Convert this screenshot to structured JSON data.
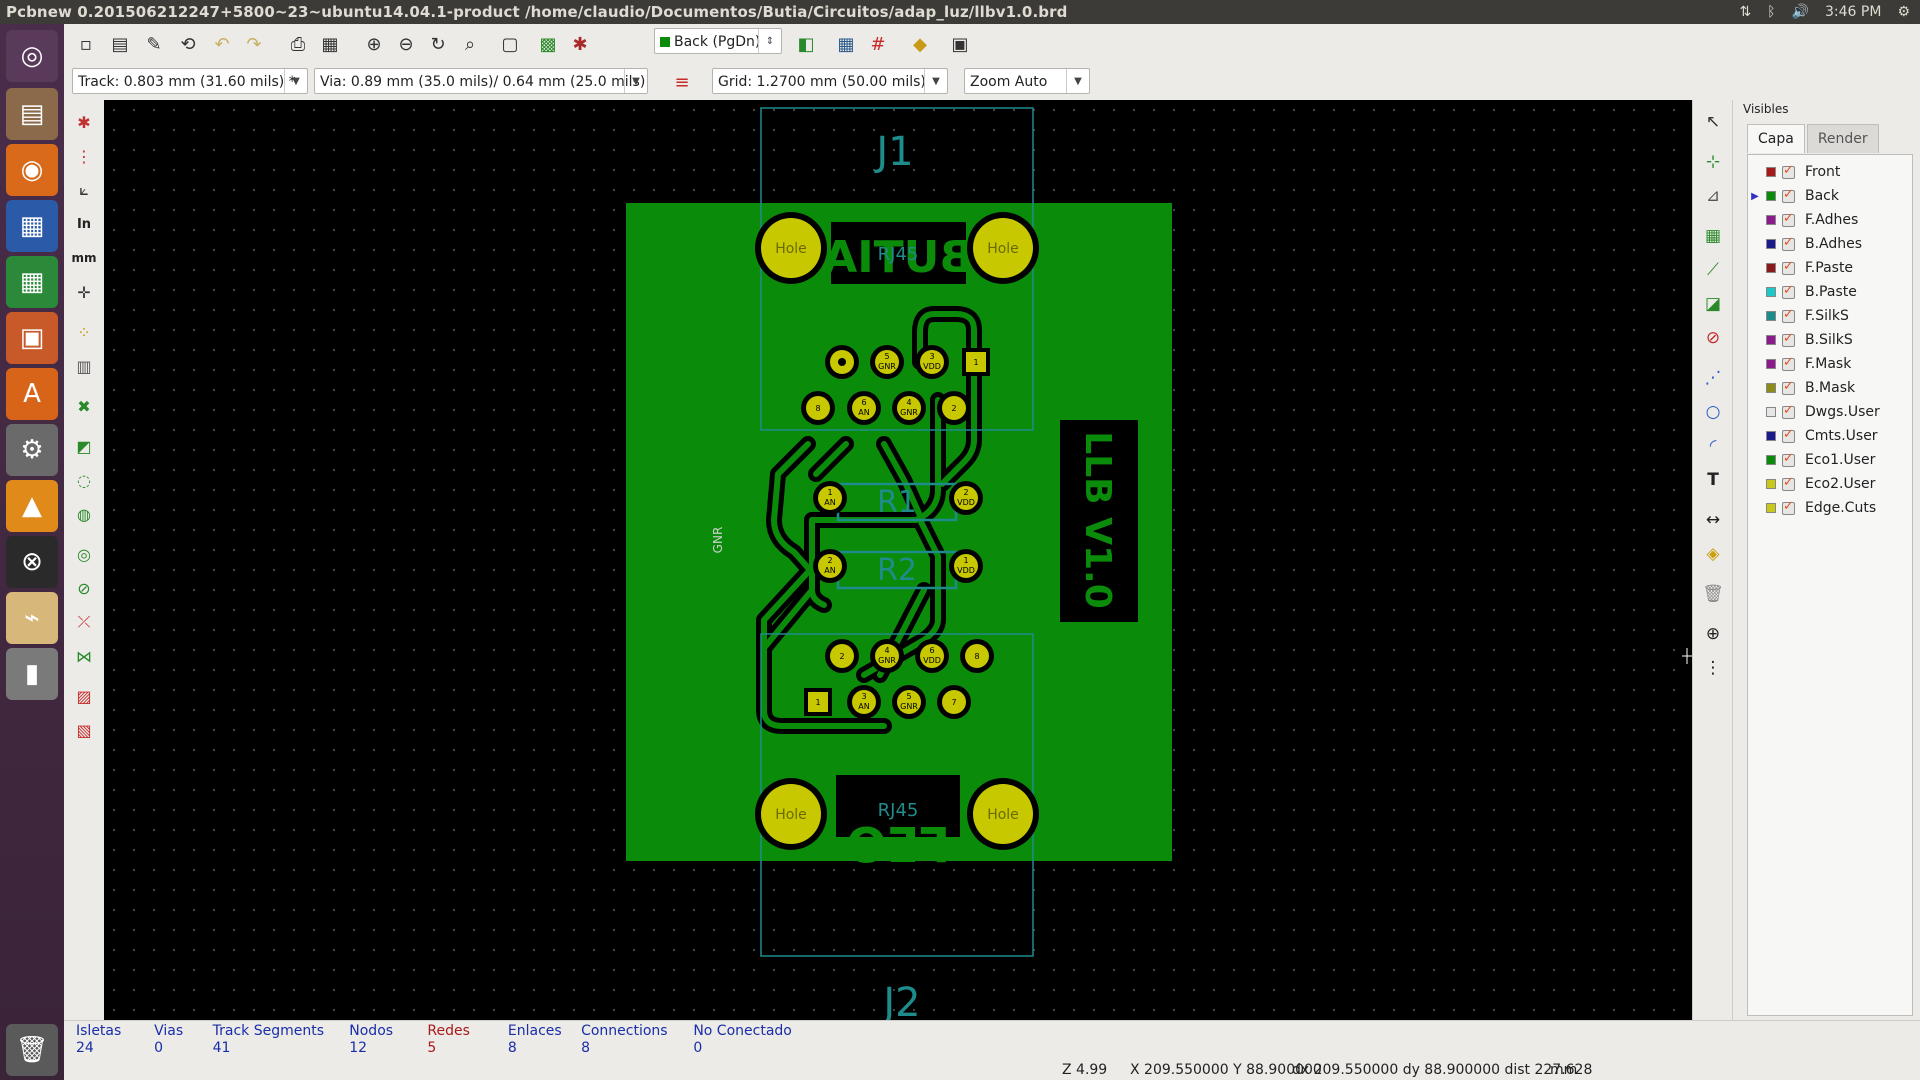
{
  "window": {
    "title": "Pcbnew 0.201506212247+5800~23~ubuntu14.04.1-product /home/claudio/Documentos/Butia/Circuitos/adap_luz/llbv1.0.brd"
  },
  "tray": {
    "time": "3:46 PM"
  },
  "toolbar": {
    "layer_select": "Back (PgDn)",
    "track_width": "Track: 0.803 mm (31.60 mils) *",
    "via_size": "Via: 0.89 mm (35.0 mils)/ 0.64 mm (25.0 mils) *",
    "grid": "Grid: 1.2700 mm (50.00 mils)",
    "zoom": "Zoom Auto",
    "colors": {
      "board": "#0a8c0a",
      "pad": "#c8c800",
      "silk": "#1f8c8c"
    }
  },
  "board": {
    "j1_ref": "J1",
    "j2_ref": "J2",
    "j1_value": "RJ45",
    "j2_value": "RJ45",
    "butia_text": "BUTIA",
    "leo_text": "LEO",
    "version_text": "LLB V1.0",
    "r1": "R1",
    "r2": "R2",
    "gnr_label": "GNR",
    "hole": "Hole",
    "pad_labels": {
      "p1": "1",
      "p2": "2",
      "p3": "3",
      "p4": "4",
      "p5": "5",
      "p6": "6",
      "p7": "7",
      "p8": "8"
    },
    "net_labels": {
      "gnr": "GNR",
      "vdd": "VDD",
      "an": "AN"
    }
  },
  "visibles": {
    "title": "Visibles",
    "tabs": [
      "Capa",
      "Render"
    ],
    "layers": [
      {
        "name": "Front",
        "color": "#a81a1a"
      },
      {
        "name": "Back",
        "color": "#0a8c0a",
        "active": true
      },
      {
        "name": "F.Adhes",
        "color": "#8c1a8c"
      },
      {
        "name": "B.Adhes",
        "color": "#1a1a8c"
      },
      {
        "name": "F.Paste",
        "color": "#8c1a1a"
      },
      {
        "name": "B.Paste",
        "color": "#1ac8c8"
      },
      {
        "name": "F.SilkS",
        "color": "#1a8c8c"
      },
      {
        "name": "B.SilkS",
        "color": "#8c1a8c"
      },
      {
        "name": "F.Mask",
        "color": "#8c1a8c"
      },
      {
        "name": "B.Mask",
        "color": "#8c8c1a"
      },
      {
        "name": "Dwgs.User",
        "color": "#e6e6e6"
      },
      {
        "name": "Cmts.User",
        "color": "#1a1a8c"
      },
      {
        "name": "Eco1.User",
        "color": "#0a8c0a"
      },
      {
        "name": "Eco2.User",
        "color": "#c8c81a"
      },
      {
        "name": "Edge.Cuts",
        "color": "#c8c81a"
      }
    ]
  },
  "stats": [
    {
      "label": "Isletas",
      "value": "24"
    },
    {
      "label": "Vias",
      "value": "0"
    },
    {
      "label": "Track Segments",
      "value": "41"
    },
    {
      "label": "Nodos",
      "value": "12"
    },
    {
      "label": "Redes",
      "value": "5"
    },
    {
      "label": "Enlaces",
      "value": "8"
    },
    {
      "label": "Connections",
      "value": "8"
    },
    {
      "label": "No Conectado",
      "value": "0"
    }
  ],
  "statusline": {
    "zoom": "Z 4.99",
    "abs": "X 209.550000  Y 88.900000",
    "rel": "dx 209.550000  dy 88.900000  dist 227.628",
    "units": "mm"
  }
}
